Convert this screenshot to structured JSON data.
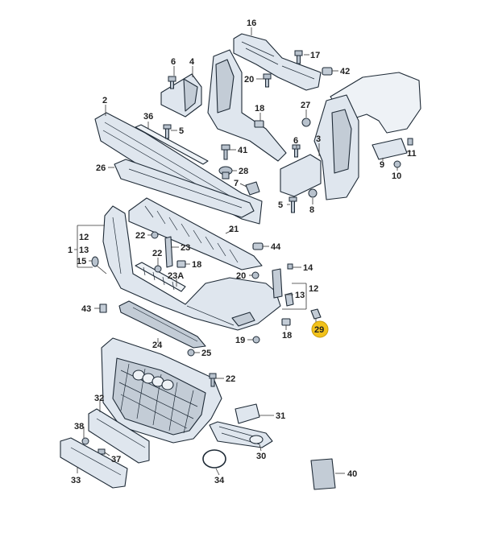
{
  "labels": [
    {
      "id": "l16",
      "text": "16"
    },
    {
      "id": "l17",
      "text": "17"
    },
    {
      "id": "l42",
      "text": "42"
    },
    {
      "id": "l6a",
      "text": "6"
    },
    {
      "id": "l4",
      "text": "4"
    },
    {
      "id": "l20a",
      "text": "20"
    },
    {
      "id": "l2",
      "text": "2"
    },
    {
      "id": "l36",
      "text": "36"
    },
    {
      "id": "l5a",
      "text": "5"
    },
    {
      "id": "l18a",
      "text": "18"
    },
    {
      "id": "l27",
      "text": "27"
    },
    {
      "id": "l41",
      "text": "41"
    },
    {
      "id": "l6b",
      "text": "6"
    },
    {
      "id": "l3",
      "text": "3"
    },
    {
      "id": "l11",
      "text": "11"
    },
    {
      "id": "l9",
      "text": "9"
    },
    {
      "id": "l10",
      "text": "10"
    },
    {
      "id": "l26",
      "text": "26"
    },
    {
      "id": "l28",
      "text": "28"
    },
    {
      "id": "l7",
      "text": "7"
    },
    {
      "id": "l5b",
      "text": "5"
    },
    {
      "id": "l8",
      "text": "8"
    },
    {
      "id": "l21",
      "text": "21"
    },
    {
      "id": "l22a",
      "text": "22"
    },
    {
      "id": "l1",
      "text": "1"
    },
    {
      "id": "l12a",
      "text": "12"
    },
    {
      "id": "l13a",
      "text": "13"
    },
    {
      "id": "l23",
      "text": "23"
    },
    {
      "id": "l44",
      "text": "44"
    },
    {
      "id": "l15",
      "text": "15"
    },
    {
      "id": "l22b",
      "text": "22"
    },
    {
      "id": "l18b",
      "text": "18"
    },
    {
      "id": "l14",
      "text": "14"
    },
    {
      "id": "l23a",
      "text": "23A"
    },
    {
      "id": "l20b",
      "text": "20"
    },
    {
      "id": "l13b",
      "text": "13"
    },
    {
      "id": "l12b",
      "text": "12"
    },
    {
      "id": "l43",
      "text": "43"
    },
    {
      "id": "l18c",
      "text": "18"
    },
    {
      "id": "l29",
      "text": "29"
    },
    {
      "id": "l19",
      "text": "19"
    },
    {
      "id": "l24",
      "text": "24"
    },
    {
      "id": "l25",
      "text": "25"
    },
    {
      "id": "l22c",
      "text": "22"
    },
    {
      "id": "l32",
      "text": "32"
    },
    {
      "id": "l31",
      "text": "31"
    },
    {
      "id": "l38",
      "text": "38"
    },
    {
      "id": "l37",
      "text": "37"
    },
    {
      "id": "l30",
      "text": "30"
    },
    {
      "id": "l33",
      "text": "33"
    },
    {
      "id": "l34",
      "text": "34"
    },
    {
      "id": "l40",
      "text": "40"
    }
  ],
  "highlight": {
    "label_id": "l29",
    "color": "#f2c21b"
  },
  "colors": {
    "part_fill": "#dfe6ee",
    "part_stroke": "#1e2a36",
    "background": "#ffffff"
  }
}
